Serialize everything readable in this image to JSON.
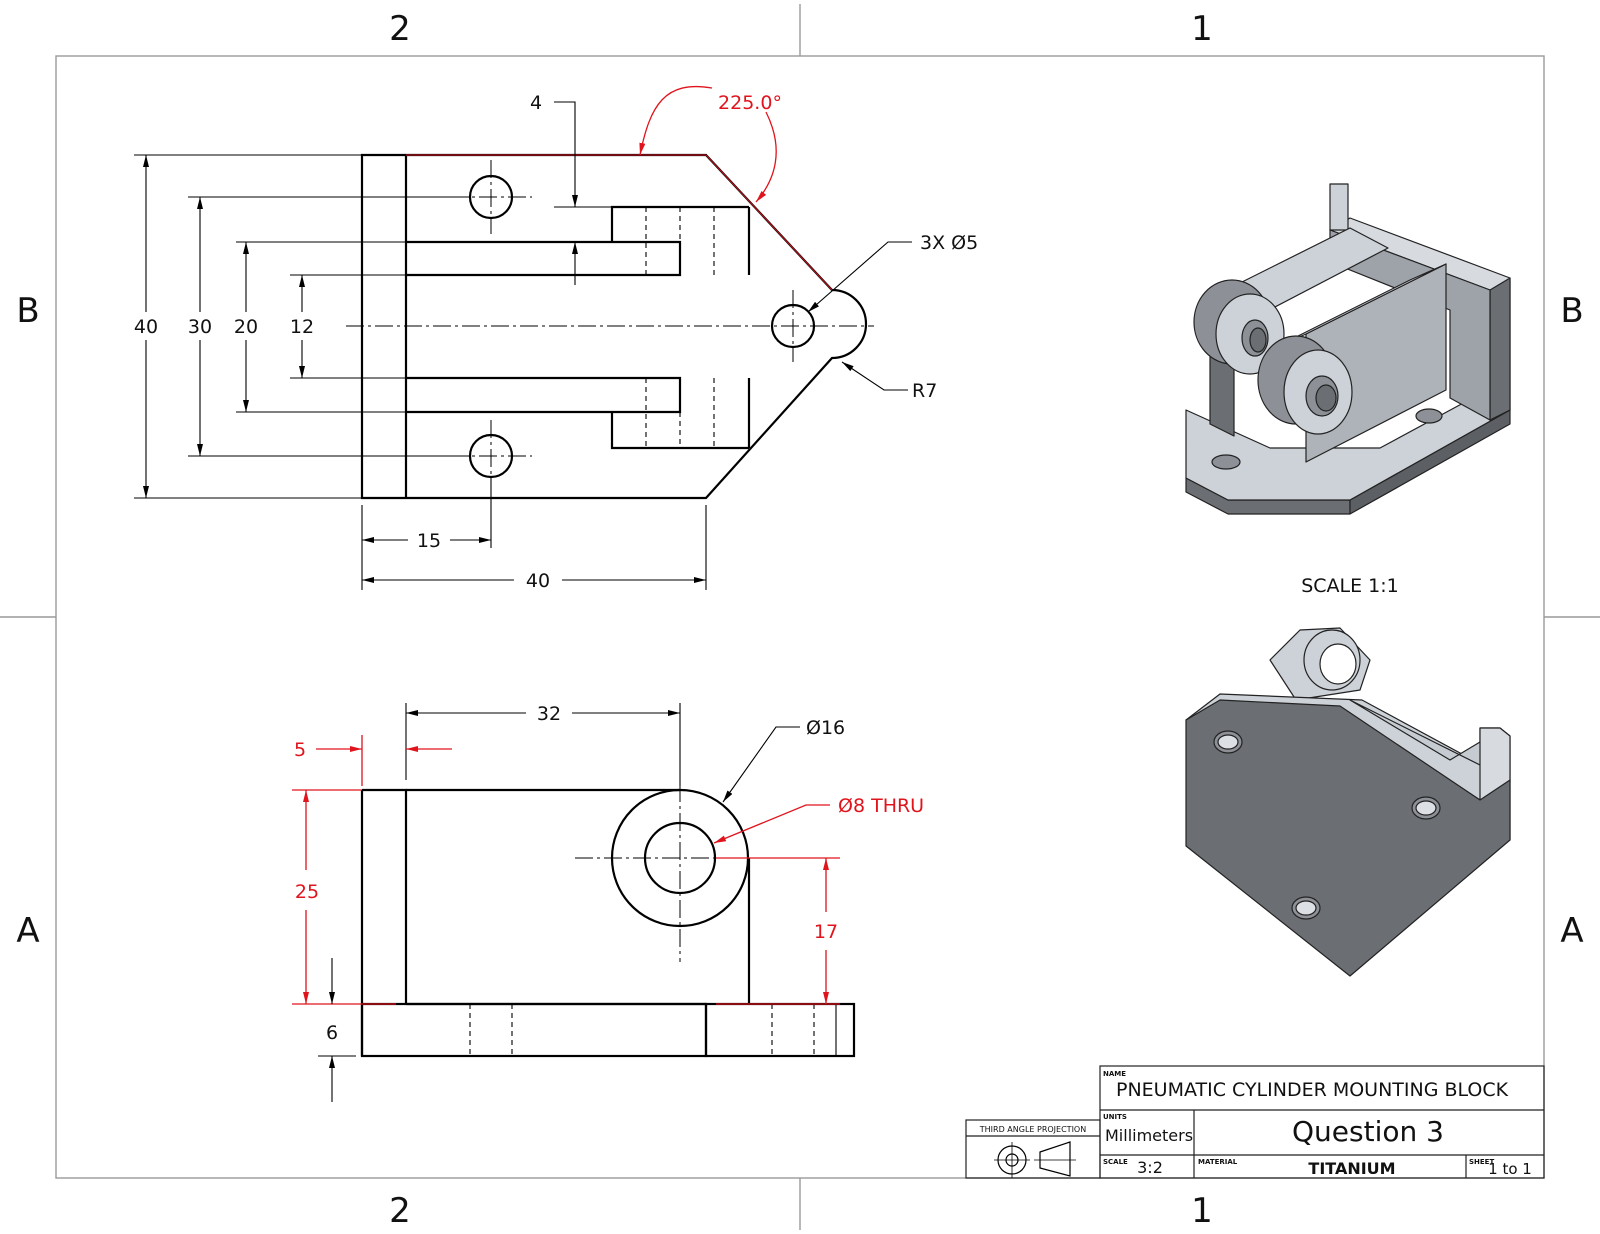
{
  "zones": {
    "top_left": "2",
    "top_right": "1",
    "bottom_left": "2",
    "bottom_right": "1",
    "left_upper": "B",
    "left_lower": "A",
    "right_upper": "B",
    "right_lower": "A"
  },
  "top_view": {
    "dims": {
      "d40_vert": "40",
      "d30": "30",
      "d20": "20",
      "d12": "12",
      "d4": "4",
      "d15": "15",
      "d40_horiz": "40",
      "angle": "225.0°",
      "holes": "3X Ø5",
      "radius": "R7"
    }
  },
  "front_view": {
    "dims": {
      "d32": "32",
      "d5": "5",
      "d25": "25",
      "d6": "6",
      "d17": "17",
      "boss": "Ø16",
      "bore": "Ø8 THRU"
    }
  },
  "iso": {
    "scale_label": "SCALE 1:1"
  },
  "title_block": {
    "name_label": "NAME",
    "name": "PNEUMATIC CYLINDER MOUNTING BLOCK",
    "units_label": "UNITS",
    "units": "Millimeters",
    "title": "Question 3",
    "scale_label": "SCALE",
    "scale": "3:2",
    "material_label": "MATERIAL",
    "material": "TITANIUM",
    "sheet_label": "SHEET",
    "sheet": "1 to 1",
    "projection_label": "THIRD ANGLE PROJECTION"
  },
  "colors": {
    "dimension_red": "#e0141c",
    "line": "#000000",
    "iso_face_light": "#cdd2d8",
    "iso_face_dark": "#6b6e72"
  }
}
